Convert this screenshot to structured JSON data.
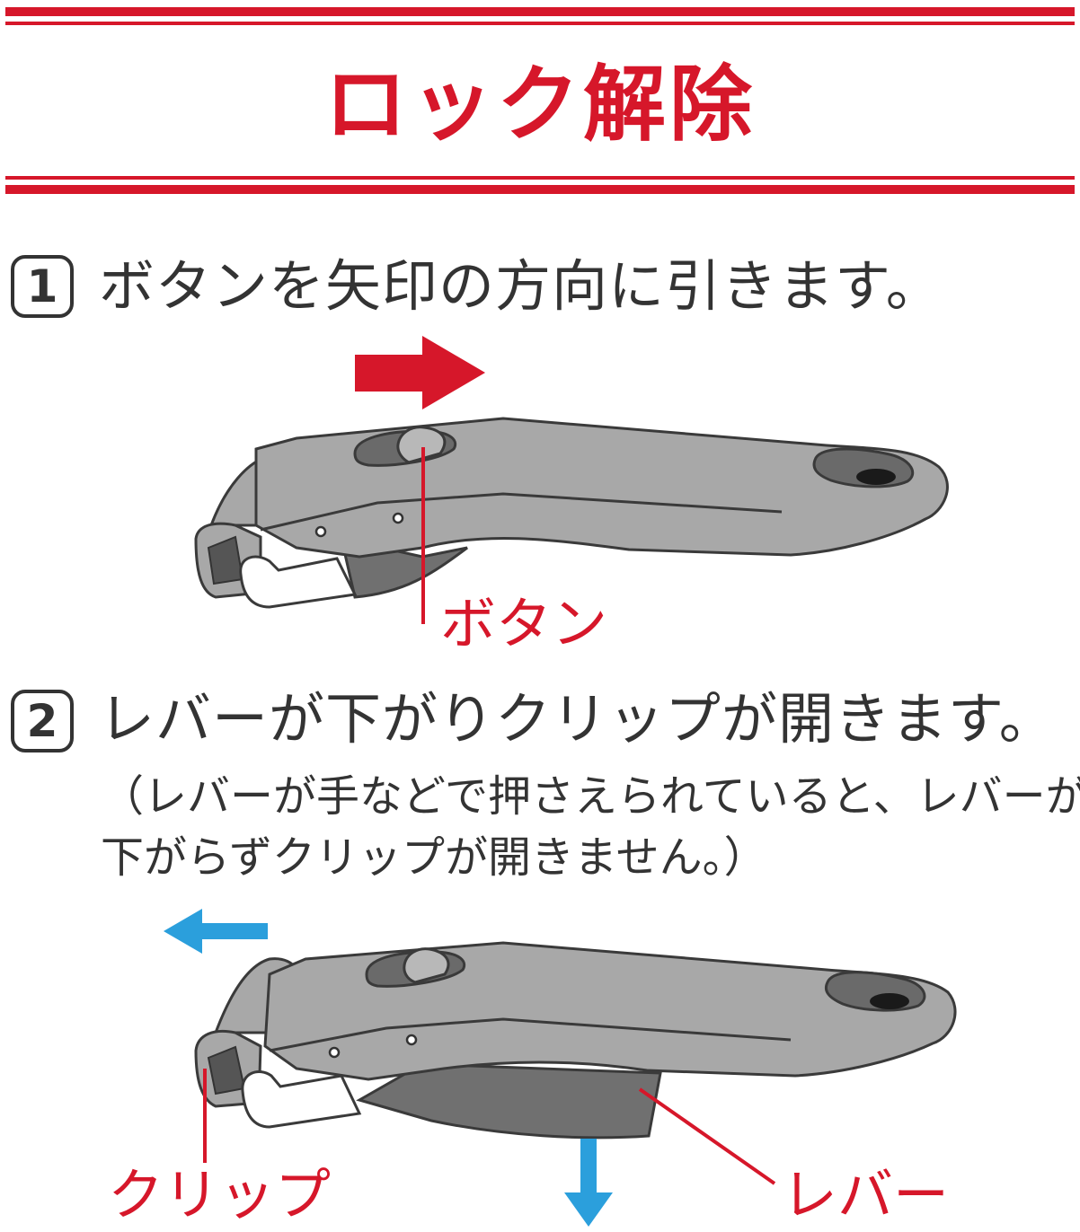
{
  "title": "ロック解除",
  "colors": {
    "accent_red": "#d6172a",
    "arrow_blue": "#2b9fdc",
    "handle_gray": "#a8a8a8",
    "text": "#333333"
  },
  "step1": {
    "number": "1",
    "text": "ボタンを矢印の方向に引きます。",
    "callout_button": "ボタン"
  },
  "step2": {
    "number": "2",
    "text": "レバーが下がりクリップが開きます。",
    "note_line1": "（レバーが手などで押さえられていると、レバーが",
    "note_line2": "下がらずクリップが開きません。）",
    "callout_clip": "クリップ",
    "callout_lever": "レバー"
  },
  "icons": [
    "red-right-arrow-icon",
    "blue-left-arrow-icon",
    "blue-down-arrow-icon"
  ]
}
